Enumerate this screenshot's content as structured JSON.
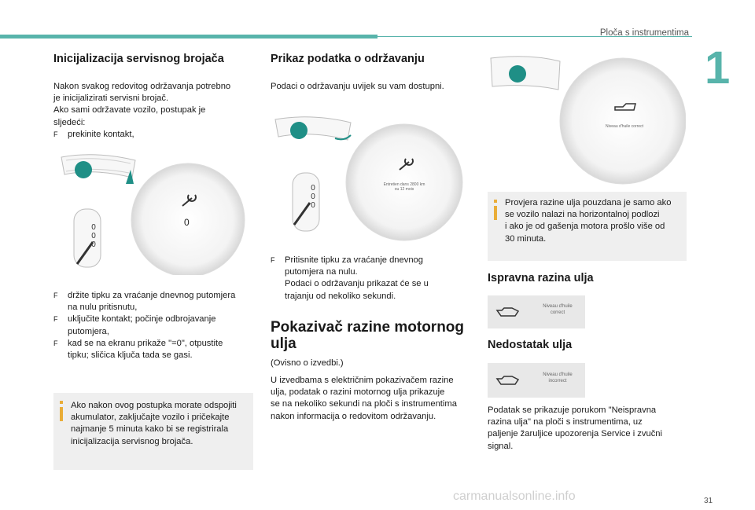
{
  "header": {
    "title": "Ploča s instrumentima",
    "chapter": "1",
    "page_number": "31"
  },
  "watermark": "carmanualsonline.info",
  "col1": {
    "heading": "Inicijalizacija servisnog brojača",
    "intro": [
      "Nakon svakog redovitog održavanja potrebno",
      "je inicijalizirati servisni brojač.",
      "Ako sami održavate vozilo, postupak je",
      "sljedeći:"
    ],
    "bullet_symbol": "F",
    "bullet1": "prekinite kontakt,",
    "illus_digits": [
      "0",
      "0",
      "0"
    ],
    "illus_value": "0",
    "steps": [
      [
        "držite tipku za vraćanje dnevnog putomjera",
        "na nulu pritisnutu,"
      ],
      [
        "uključite kontakt; počinje odbrojavanje",
        "putomjera,"
      ],
      [
        "kad se na ekranu prikaže \"=0\", otpustite",
        "tipku; sličica ključa tada se gasi."
      ]
    ],
    "note": [
      "Ako nakon ovog postupka morate odspojiti",
      "akumulator, zaključajte vozilo i pričekajte",
      "najmanje 5 minuta kako bi se registrirala",
      "inicijalizacija servisnog brojača."
    ]
  },
  "col2": {
    "heading": "Prikaz podatka o održavanju",
    "intro": "Podaci o održavanju uvijek su vam dostupni.",
    "illus_digits": [
      "0",
      "0",
      "0"
    ],
    "illus_text": [
      "Entretien dans 2800 km",
      "ou 12 mois"
    ],
    "step": [
      "Pritisnite tipku za vraćanje dnevnog",
      "putomjera na nulu.",
      "Podaci o održavanju prikazat će se u",
      "trajanju od nekoliko sekundi."
    ],
    "heading2_lines": [
      "Pokazivač razine motornog",
      "ulja"
    ],
    "optional": "(Ovisno o izvedbi.)",
    "body": [
      "U izvedbama s električnim pokazivačem razine",
      "ulja, podatak o razini motornog ulja prikazuje",
      "se na nekoliko sekundi na ploči s instrumentima",
      "nakon informacija o redovitom održavanju."
    ]
  },
  "col3": {
    "illus_text": "Niveau d'huile correct",
    "note": [
      "Provjera razine ulja pouzdana je samo ako",
      "se vozilo nalazi na horizontalnoj podlozi",
      "i ako je od gašenja motora prošlo više od",
      "30 minuta."
    ],
    "heading_ok": "Ispravna razina ulja",
    "chip_ok": [
      "Niveau d'huile",
      "correct"
    ],
    "heading_low": "Nedostatak ulja",
    "chip_low": [
      "Niveau d'huile",
      "incorrect"
    ],
    "body": [
      "Podatak se prikazuje porukom \"Neispravna",
      "razina ulja\" na ploči s instrumentima, uz",
      "paljenje žaruljice upozorenja Service i zvučni",
      "signal."
    ]
  },
  "colors": {
    "accent": "#58b4ab",
    "note_bg": "#efefef",
    "note_icon": "#e9ad38",
    "dial": "#1f8f86"
  }
}
